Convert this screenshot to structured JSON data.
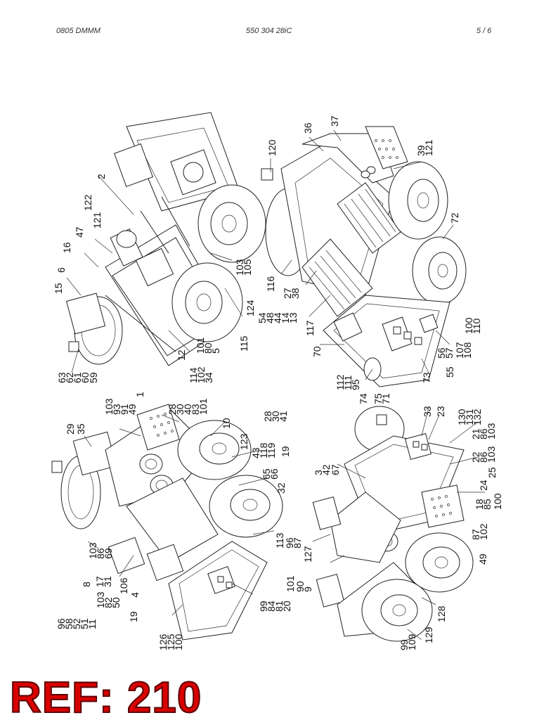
{
  "header": {
    "doc_code": "0805 DMMM",
    "part_number": "550 304 28iC",
    "page": "5 /   6"
  },
  "reference_label": "REF: 210",
  "quadrants": {
    "top_left": {
      "callouts": [
        "63",
        "62",
        "61",
        "60",
        "59",
        "15",
        "6",
        "16",
        "47",
        "121",
        "122",
        "2",
        "114",
        "102",
        "34",
        "12",
        "101",
        "80",
        "5",
        "115",
        "124",
        "103",
        "105"
      ]
    },
    "top_right": {
      "callouts": [
        "120",
        "36",
        "37",
        "39",
        "121",
        "72",
        "116",
        "27",
        "38",
        "54",
        "48",
        "44",
        "14",
        "13",
        "117",
        "70",
        "112",
        "111",
        "95",
        "74",
        "75",
        "71",
        "73",
        "55",
        "56",
        "57",
        "107",
        "108",
        "100",
        "110"
      ]
    },
    "bottom_left": {
      "callouts": [
        "29",
        "35",
        "103",
        "93",
        "91",
        "49",
        "1",
        "28",
        "30",
        "40",
        "83",
        "101",
        "10",
        "28",
        "30",
        "41",
        "123",
        "43",
        "118",
        "119",
        "19",
        "65",
        "66",
        "32",
        "113",
        "96",
        "87",
        "96",
        "58",
        "52",
        "51",
        "11",
        "103",
        "86",
        "69",
        "8",
        "17",
        "31",
        "103",
        "82",
        "50",
        "106",
        "4",
        "19",
        "126",
        "125",
        "100",
        "99",
        "84",
        "81",
        "20"
      ]
    },
    "bottom_right": {
      "callouts": [
        "3",
        "42",
        "67",
        "33",
        "23",
        "130",
        "131",
        "132",
        "21",
        "86",
        "103",
        "22",
        "86",
        "103",
        "25",
        "24",
        "18",
        "85",
        "100",
        "87",
        "102",
        "49",
        "127",
        "101",
        "90",
        "9",
        "128",
        "99",
        "109",
        "129"
      ]
    }
  }
}
